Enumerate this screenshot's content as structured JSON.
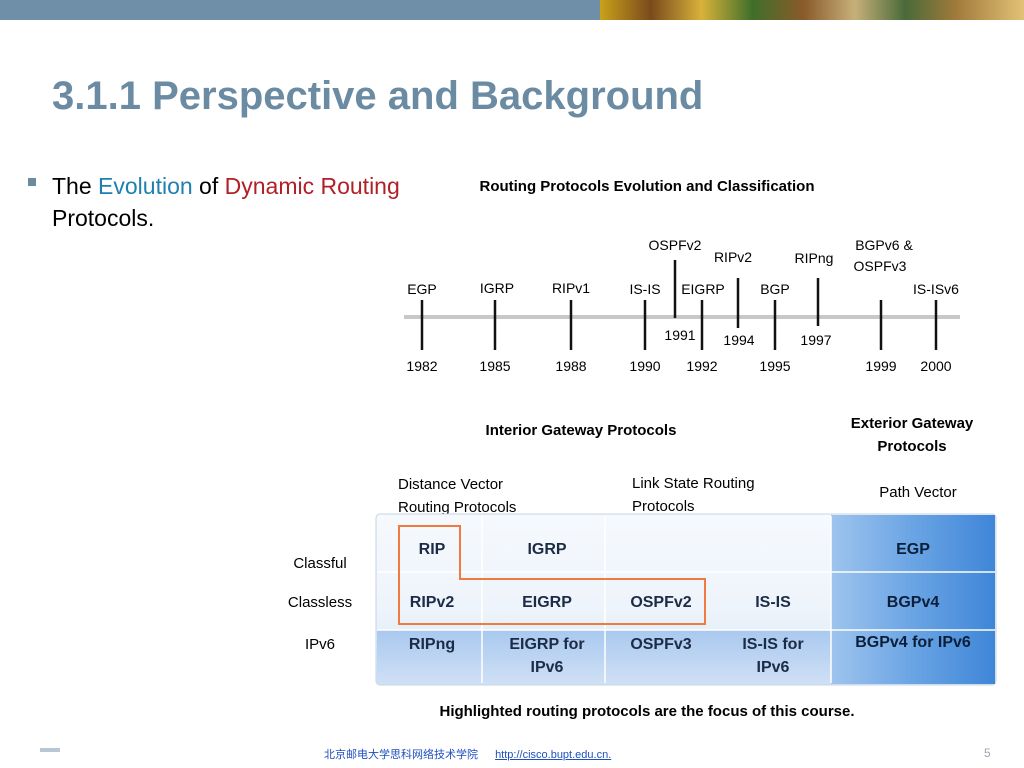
{
  "slide": {
    "title": "3.1.1 Perspective and Background",
    "bullet": {
      "w1": "The",
      "w2": "Evolution",
      "w3": "of",
      "w4": "Dynamic",
      "w5": "Routing",
      "w6": "Protocols."
    },
    "footer": {
      "institution": "北京邮电大学思科网络技术学院",
      "url": "http://cisco.bupt.edu.cn.",
      "page": "5"
    }
  },
  "diagram": {
    "title": "Routing Protocols Evolution and Classification",
    "timeline": {
      "years_below": [
        {
          "year": "1982",
          "protocol": "EGP"
        },
        {
          "year": "1985",
          "protocol": "IGRP"
        },
        {
          "year": "1988",
          "protocol": "RIPv1"
        },
        {
          "year": "1990",
          "protocol": "IS-IS"
        },
        {
          "year": "1992",
          "protocol": "EIGRP"
        },
        {
          "year": "1995",
          "protocol": "BGP"
        },
        {
          "year": "1999",
          "protocol": "BGPv6 &"
        },
        {
          "year": "2000",
          "protocol": "IS-ISv6"
        }
      ],
      "ospfv3_line2": "OSPFv3",
      "years_above": [
        {
          "year": "1991",
          "protocol": "OSPFv2"
        },
        {
          "year": "1994",
          "protocol": "RIPv2"
        },
        {
          "year": "1997",
          "protocol": "RIPng"
        }
      ]
    },
    "headers": {
      "igp": "Interior Gateway Protocols",
      "egp_l1": "Exterior Gateway",
      "egp_l2": "Protocols",
      "dv_l1": "Distance Vector",
      "dv_l2": "Routing Protocols",
      "ls_l1": "Link State Routing",
      "ls_l2": "Protocols",
      "pv": "Path Vector"
    },
    "rows": [
      {
        "label": "Classful",
        "cells": [
          "RIP",
          "IGRP",
          "",
          "",
          "EGP"
        ]
      },
      {
        "label": "Classless",
        "cells": [
          "RIPv2",
          "EIGRP",
          "OSPFv2",
          "IS-IS",
          "BGPv4"
        ]
      },
      {
        "label": "IPv6",
        "cells": [
          "RIPng",
          "EIGRP for|IPv6",
          "OSPFv3",
          "IS-IS for|IPv6",
          "BGPv4 for IPv6"
        ]
      }
    ],
    "note": "Highlighted routing protocols are the focus of this course."
  },
  "colors": {
    "title": "#6b8ba3",
    "evolution": "#1f7fb0",
    "dynamic": "#b21f26",
    "highlight": "#f07b3f",
    "timeline": "#c8c8c8"
  }
}
